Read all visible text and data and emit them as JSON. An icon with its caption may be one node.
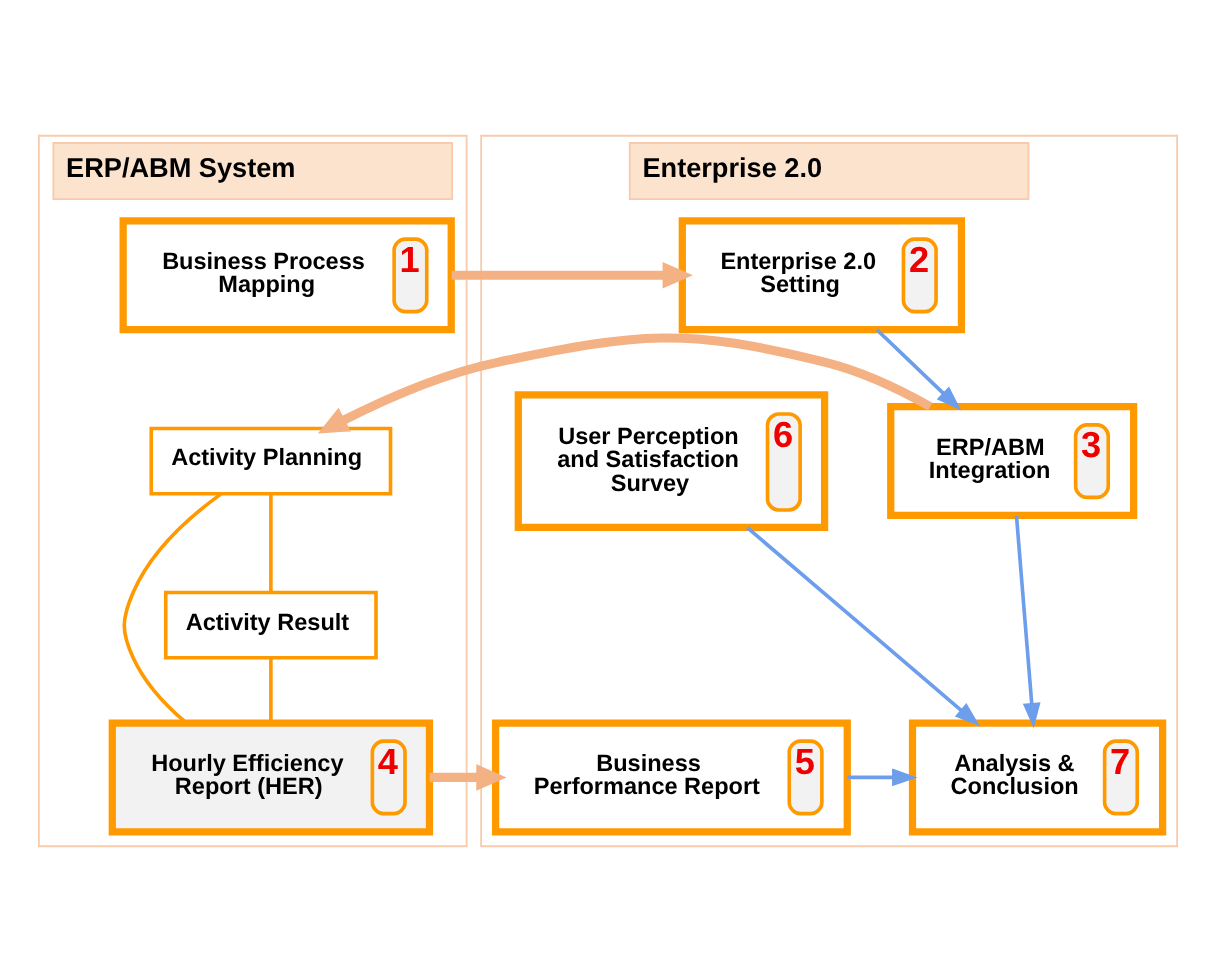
{
  "diagram": {
    "nodes": [
      {
        "text": [
          "ERP/ABM System"
        ]
      },
      {
        "text": [
          "Enterprise 2.0"
        ]
      },
      {
        "text": [
          "Business Process Mapping",
          "1"
        ],
        "in": 0
      },
      {
        "text": [
          "Enterprise 2.0 Setting",
          "2"
        ],
        "in": 1
      },
      {
        "text": [
          "User Perception and Satisfaction Survey",
          "6"
        ],
        "in": 1
      },
      {
        "text": [
          "Activity Planning"
        ],
        "in": 0
      },
      {
        "text": [
          "ERP/ABM Integration",
          "3"
        ],
        "in": 1
      },
      {
        "text": [
          "Hourly Efficiency Report (HER)",
          "4"
        ],
        "in": 0
      },
      {
        "text": [
          "Business Performance Report",
          "5"
        ],
        "in": 1
      },
      {
        "text": [
          "Activity Result"
        ],
        "in": 0
      },
      {
        "text": [
          "Analysis & Conclusion",
          "7"
        ],
        "in": 1
      }
    ],
    "edges": [
      {
        "from": 2,
        "to": 3,
        "arrow": "to",
        "style": "thick",
        "color": "#f4b183"
      },
      {
        "from": 3,
        "to": 6,
        "arrow": "to"
      },
      {
        "from": 6,
        "to": 5,
        "arrow": "to",
        "style": "thick",
        "color": "#f4b183"
      },
      {
        "from": 6,
        "to": 10,
        "arrow": "to"
      },
      {
        "from": 4,
        "to": 10,
        "arrow": "to"
      },
      {
        "from": 5,
        "to": 9,
        "arrow": "none",
        "color": "#ff9900"
      },
      {
        "from": 5,
        "to": 7,
        "arrow": "none",
        "color": "#ff9900"
      },
      {
        "from": 9,
        "to": 7,
        "arrow": "none",
        "color": "#ff9900"
      },
      {
        "from": 7,
        "to": 8,
        "arrow": "to",
        "style": "thick",
        "color": "#f4b183"
      },
      {
        "from": 8,
        "to": 10,
        "arrow": "to"
      }
    ]
  }
}
